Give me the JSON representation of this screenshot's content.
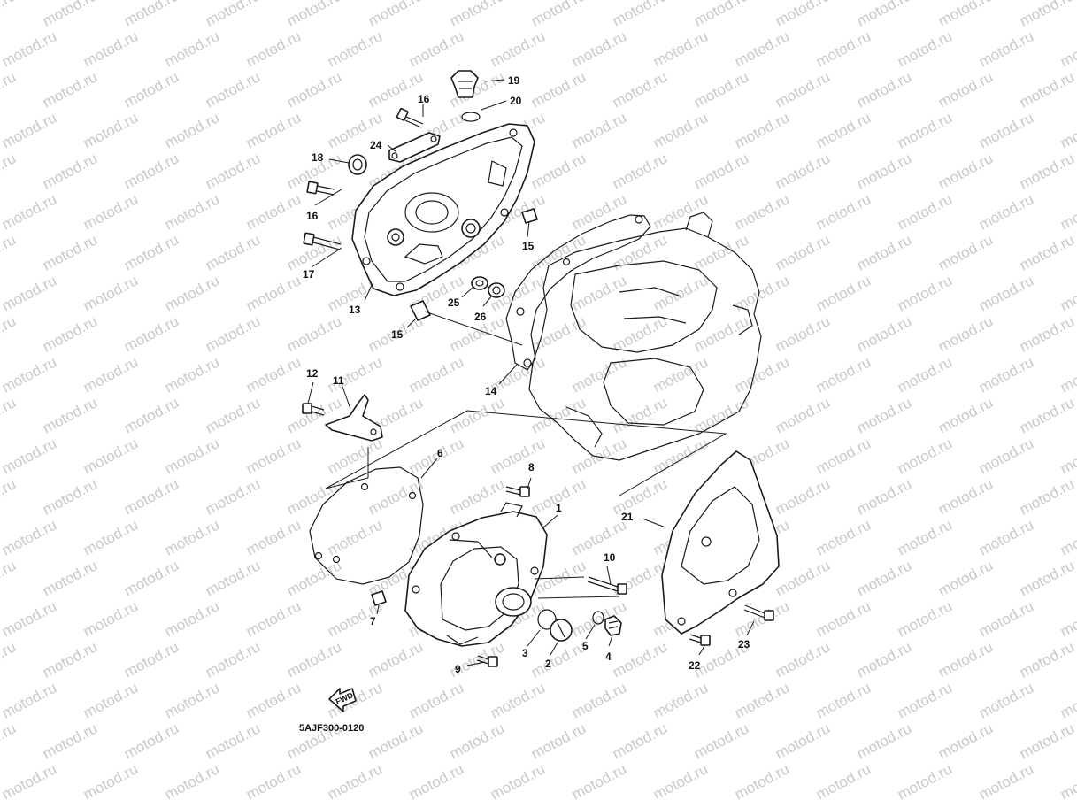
{
  "watermark": {
    "text": "motod.ru",
    "color": "#c9c9c9"
  },
  "diagram_code": "5AJF300-0120",
  "fwd_label": "FWD",
  "callouts": {
    "p1": "1",
    "p2": "2",
    "p3": "3",
    "p4": "4",
    "p5": "5",
    "p6": "6",
    "p7": "7",
    "p8": "8",
    "p9": "9",
    "p10": "10",
    "p11": "11",
    "p12": "12",
    "p13": "13",
    "p14": "14",
    "p15a": "15",
    "p15b": "15",
    "p16a": "16",
    "p16b": "16",
    "p17": "17",
    "p18": "18",
    "p19": "19",
    "p20": "20",
    "p21": "21",
    "p22": "22",
    "p23": "23",
    "p24": "24",
    "p25": "25",
    "p26": "26"
  }
}
